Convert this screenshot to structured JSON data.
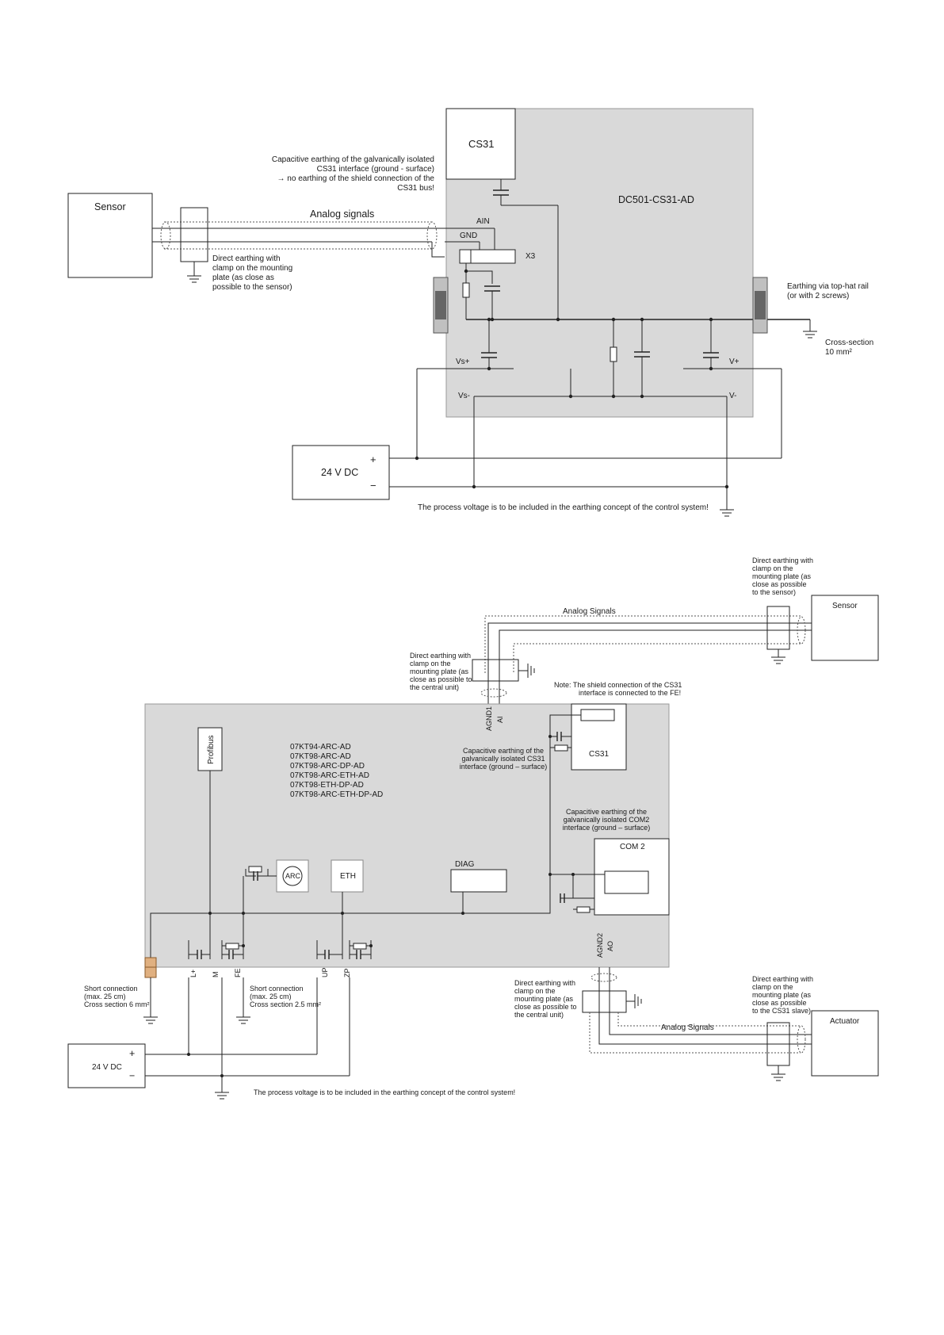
{
  "diagram1": {
    "cs31": "CS31",
    "module_name": "DC501-CS31-AD",
    "sensor": "Sensor",
    "analog_signals": "Analog signals",
    "capacitive_note": [
      "Capacitive earthing of the galvanically isolated",
      "CS31 interface (ground - surface)",
      "→ no earthing of the shield connection of the",
      "CS31 bus!"
    ],
    "ain": "AIN",
    "gnd": "GND",
    "x3": "X3",
    "direct_earthing_note": [
      "Direct earthing with",
      "clamp on the mounting",
      "plate (as close as",
      "possible to the sensor)"
    ],
    "rail_note": [
      "Earthing via top-hat rail",
      "(or with 2 screws)"
    ],
    "cross_section_note": [
      "Cross-section",
      "10 mm²"
    ],
    "vs_plus": "Vs+",
    "vs_minus": "Vs-",
    "v_plus": "V+",
    "v_minus": "V-",
    "supply": "24 V DC",
    "plus_sign": "+",
    "minus_sign": "−",
    "process_note": "The process voltage is to be included in the earthing concept of the control system!"
  },
  "diagram2": {
    "sensor_note": [
      "Direct earthing with",
      "clamp on the",
      "mounting plate (as",
      "close as possible",
      "to the sensor)"
    ],
    "sensor": "Sensor",
    "analog_signals_top": "Analog Signals",
    "central_note_top": [
      "Direct earthing with",
      "clamp on the",
      "mounting plate (as",
      "close as possible to",
      "the central unit)"
    ],
    "shield_note": [
      "Note: The shield connection of the CS31",
      "interface is connected to the FE!"
    ],
    "agnd1": "AGND1",
    "ai": "AI",
    "cs31": "CS31",
    "profibus": "Profibus",
    "module_list": [
      "07KT94-ARC-AD",
      "07KT98-ARC-AD",
      "07KT98-ARC-DP-AD",
      "07KT98-ARC-ETH-AD",
      "07KT98-ETH-DP-AD",
      "07KT98-ARC-ETH-DP-AD"
    ],
    "cs31_cap_note": [
      "Capacitive earthing of the",
      "galvanically isolated CS31",
      "interface (ground – surface)"
    ],
    "com2_cap_note": [
      "Capacitive earthing of the",
      "galvanically isolated COM2",
      "interface (ground – surface)"
    ],
    "com2": "COM 2",
    "arc": "ARC",
    "eth": "ETH",
    "diag": "DIAG",
    "terminals": [
      "L+",
      "M",
      "FE",
      "UP",
      "ZP"
    ],
    "agnd2": "AGND2",
    "ao": "AO",
    "short_conn_left": [
      "Short connection",
      "(max. 25 cm)",
      "Cross section 6 mm²"
    ],
    "short_conn_mid": [
      "Short connection",
      "(max. 25 cm)",
      "Cross section 2.5 mm²"
    ],
    "central_note_bottom": [
      "Direct earthing with",
      "clamp on the",
      "mounting plate (as",
      "close as possible to",
      "the central unit)"
    ],
    "slave_note": [
      "Direct earthing with",
      "clamp on the",
      "mounting plate (as",
      "close as possible",
      "to the CS31 slave)"
    ],
    "analog_signals_bottom": "Analog Signals",
    "actuator": "Actuator",
    "supply": "24 V DC",
    "plus_sign": "+",
    "minus_sign": "−",
    "process_note": "The process voltage is to be included in the earthing concept of the control system!"
  }
}
